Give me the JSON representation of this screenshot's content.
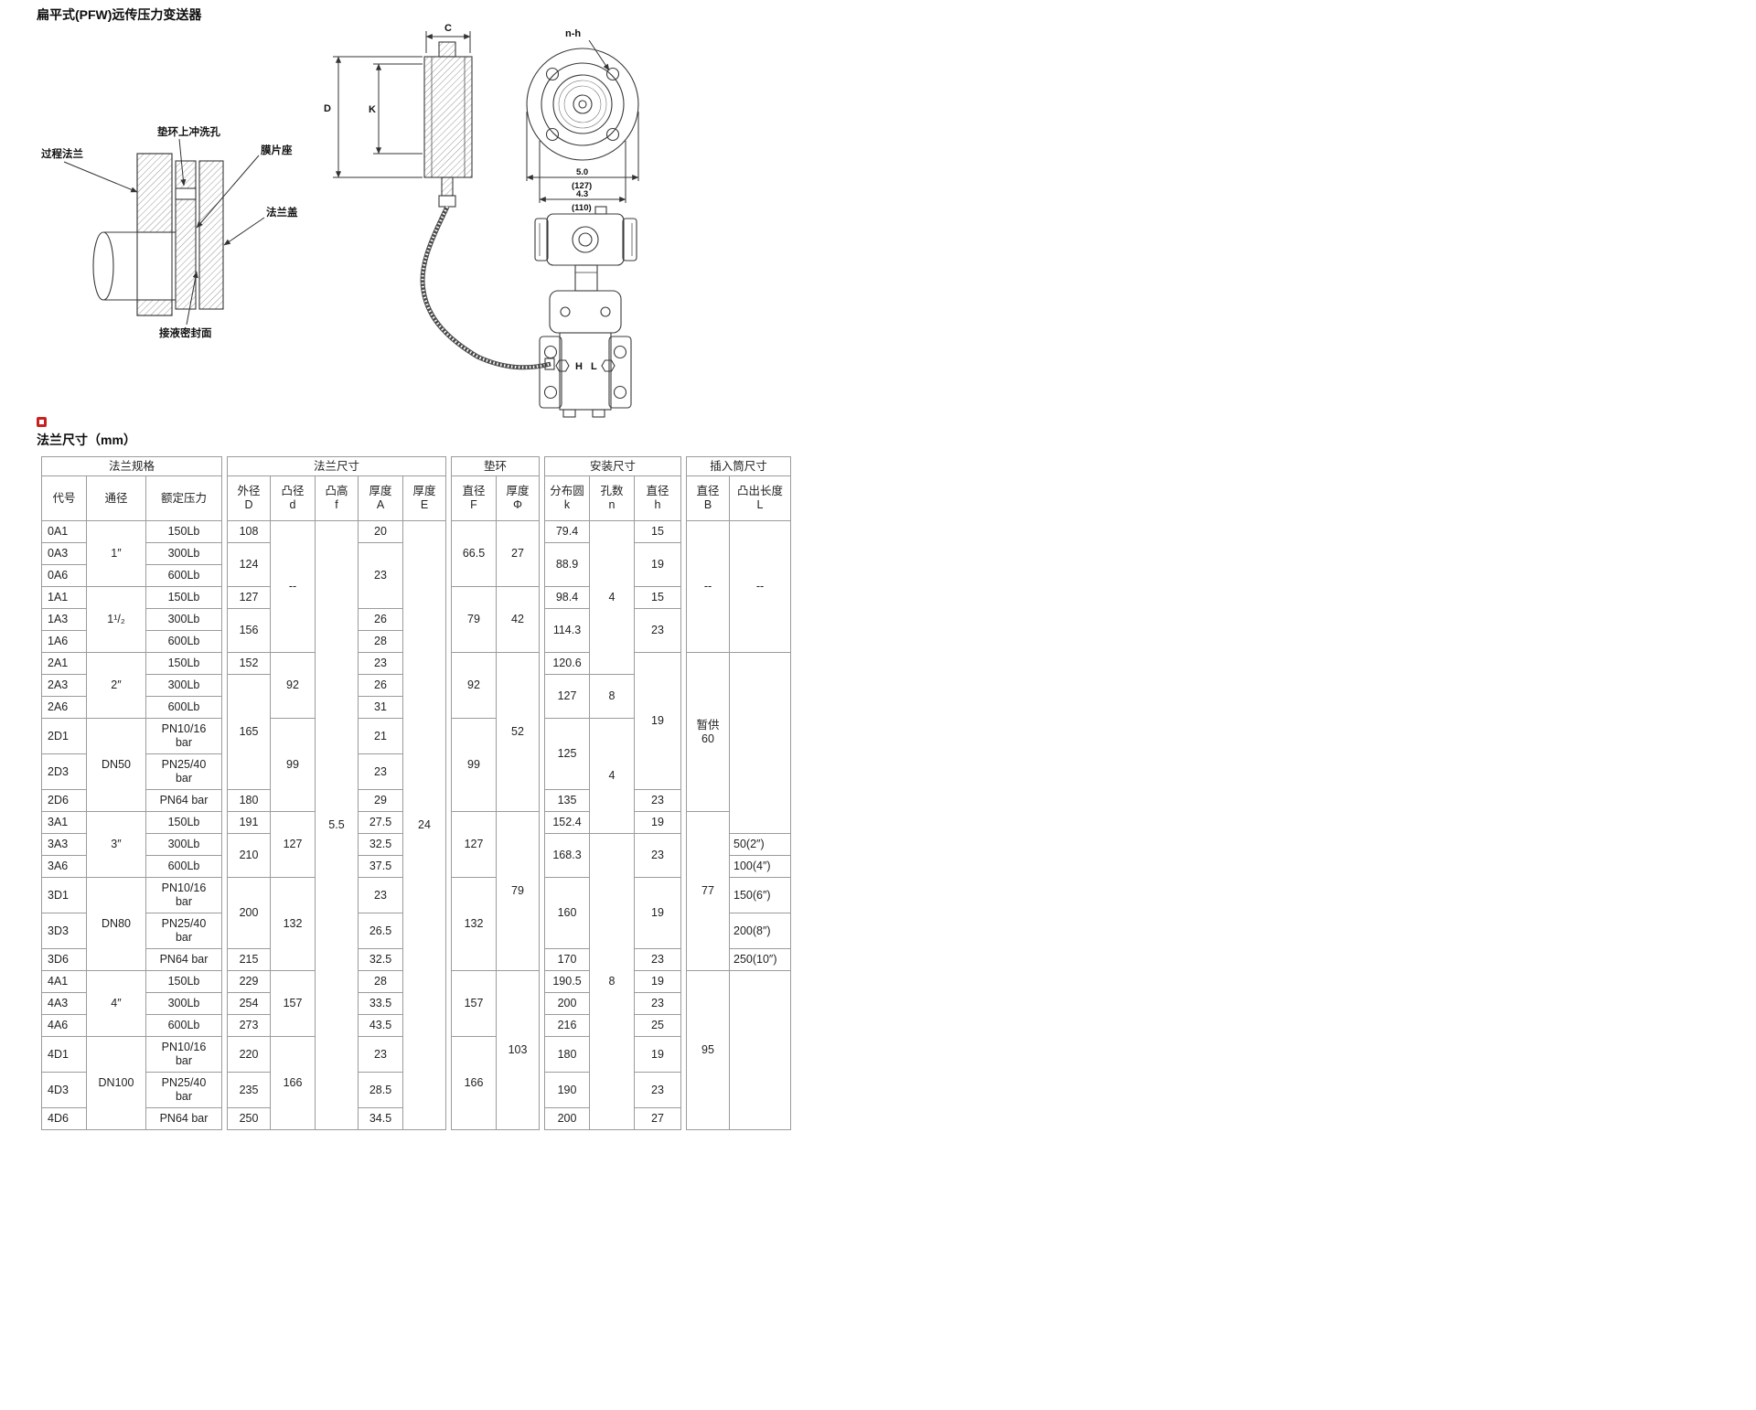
{
  "page": {
    "title": "扁平式(PFW)远传压力变送器",
    "section_title": "法兰尺寸（mm）"
  },
  "diagram": {
    "process_flange": "过程法兰",
    "flush_hole": "垫环上冲洗孔",
    "diaphragm_seat": "膜片座",
    "flange_cover": "法兰盖",
    "sealing_face": "接液密封面",
    "dim_C": "C",
    "dim_D": "D",
    "dim_K": "K",
    "dim_nh": "n-h",
    "dim_od": "5.0",
    "dim_od_mm": "(127)",
    "dim_bc": "4.3",
    "dim_bc_mm": "(110)",
    "dim_H": "H",
    "dim_L": "L"
  },
  "table": {
    "groups": [
      "法兰规格",
      "法兰尺寸",
      "垫环",
      "安装尺寸",
      "插入筒尺寸"
    ],
    "headers": {
      "code": "代号",
      "bore": "通径",
      "pressure": "额定压力",
      "D": "外径\nD",
      "d": "凸径\nd",
      "f": "凸高\nf",
      "A": "厚度\nA",
      "E": "厚度\nE",
      "F": "直径\nF",
      "phi": "厚度\nΦ",
      "k": "分布圆\nk",
      "n": "孔数\nn",
      "h": "直径\nh",
      "B": "直径\nB",
      "L": "凸出长度\nL"
    },
    "codes": [
      "0A1",
      "0A3",
      "0A6",
      "1A1",
      "1A3",
      "1A6",
      "2A1",
      "2A3",
      "2A6",
      "2D1",
      "2D3",
      "2D6",
      "3A1",
      "3A3",
      "3A6",
      "3D1",
      "3D3",
      "3D6",
      "4A1",
      "4A3",
      "4A6",
      "4D1",
      "4D3",
      "4D6"
    ],
    "bores": [
      "1″",
      "1¹/₂",
      "2″",
      "DN50",
      "3″",
      "DN80",
      "4″",
      "DN100"
    ],
    "pressures": [
      "150Lb",
      "300Lb",
      "600Lb",
      "150Lb",
      "300Lb",
      "600Lb",
      "150Lb",
      "300Lb",
      "600Lb",
      "PN10/16\nbar",
      "PN25/40\nbar",
      "PN64 bar",
      "150Lb",
      "300Lb",
      "600Lb",
      "PN10/16\nbar",
      "PN25/40\nbar",
      "PN64 bar",
      "150Lb",
      "300Lb",
      "600Lb",
      "PN10/16\nbar",
      "PN25/40\nbar",
      "PN64 bar"
    ],
    "colD": [
      "108",
      "124",
      "127",
      "156",
      "152",
      "165",
      "180",
      "191",
      "210",
      "200",
      "215",
      "229",
      "254",
      "273",
      "220",
      "235",
      "250"
    ],
    "cold": [
      "--",
      "92",
      "99",
      "127",
      "132",
      "157",
      "166"
    ],
    "colf": [
      "5.5"
    ],
    "colA": [
      "20",
      "23",
      "26",
      "28",
      "23",
      "26",
      "31",
      "21",
      "23",
      "29",
      "27.5",
      "32.5",
      "37.5",
      "23",
      "26.5",
      "32.5",
      "28",
      "33.5",
      "43.5",
      "23",
      "28.5",
      "34.5"
    ],
    "colE": [
      "24"
    ],
    "colF": [
      "66.5",
      "79",
      "92",
      "99",
      "127",
      "132",
      "157",
      "166"
    ],
    "colPhi": [
      "27",
      "42",
      "52",
      "79",
      "103"
    ],
    "colk": [
      "79.4",
      "88.9",
      "98.4",
      "114.3",
      "120.6",
      "127",
      "125",
      "135",
      "152.4",
      "168.3",
      "160",
      "170",
      "190.5",
      "200",
      "216",
      "180",
      "190",
      "200"
    ],
    "coln": [
      "4",
      "8",
      "4",
      "8"
    ],
    "colh": [
      "15",
      "19",
      "15",
      "23",
      "19",
      "23",
      "19",
      "23",
      "19",
      "23",
      "19",
      "23",
      "25",
      "19",
      "23",
      "27"
    ],
    "colB": [
      "--",
      "暂供\n60",
      "77",
      "95"
    ],
    "colL": [
      "--",
      "",
      "50(2″)",
      "100(4″)",
      "150(6″)",
      "200(8″)",
      "250(10″)",
      ""
    ]
  }
}
